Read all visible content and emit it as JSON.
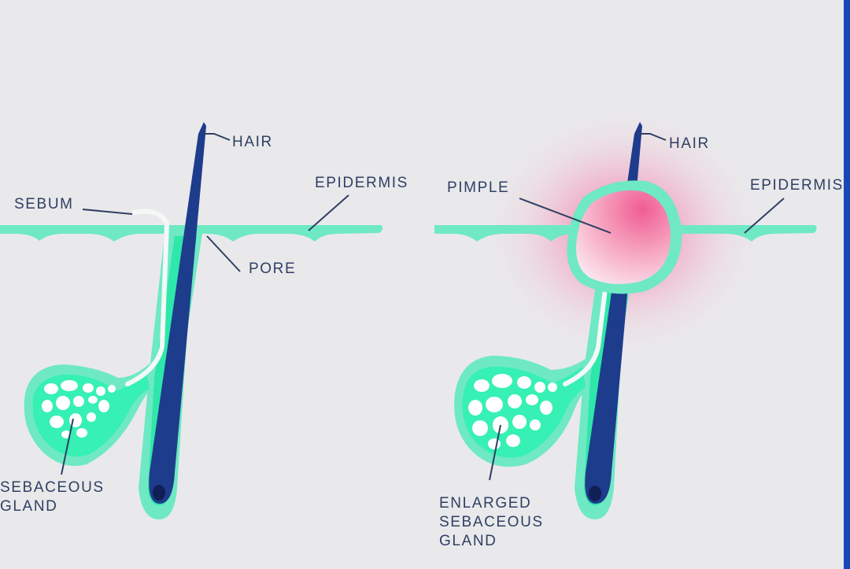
{
  "colors": {
    "background": "#e9e9eb",
    "skin_outer": "#6ee9c4",
    "gland_fill": "#36f0b4",
    "follicle": "#2ee7aa",
    "hair": "#1e3c8c",
    "hair_dark": "#101f55",
    "pimple": "#f3a7c1",
    "pimple_glow": "#f490b3",
    "label_text": "#2f3f63",
    "frame_edge": "#1a47b8"
  },
  "left_panel": {
    "labels": {
      "hair": "HAIR",
      "sebum": "SEBUM",
      "epidermis": "EPIDERMIS",
      "pore": "PORE",
      "gland_line1": "SEBACEOUS",
      "gland_line2": "GLAND"
    }
  },
  "right_panel": {
    "labels": {
      "hair": "HAIR",
      "pimple": "PIMPLE",
      "epidermis": "EPIDERMIS",
      "gland_line1": "ENLARGED",
      "gland_line2": "SEBACEOUS",
      "gland_line3": "GLAND"
    }
  }
}
